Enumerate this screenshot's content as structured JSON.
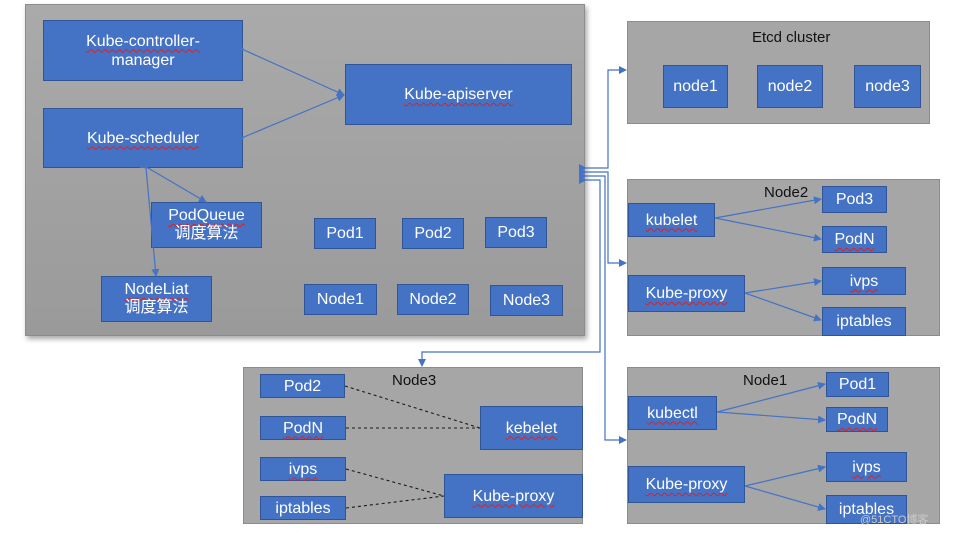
{
  "master": {
    "controller_manager": [
      "Kube-controller-",
      "manager"
    ],
    "scheduler": "Kube-scheduler",
    "apiserver": "Kube-apiserver",
    "podqueue": [
      "PodQueue",
      "调度算法"
    ],
    "nodelist": [
      "NodeLiat",
      "调度算法"
    ],
    "pods": [
      "Pod1",
      "Pod2",
      "Pod3"
    ],
    "nodes": [
      "Node1",
      "Node2",
      "Node3"
    ]
  },
  "etcd": {
    "title": "Etcd cluster",
    "nodes": [
      "node1",
      "node2",
      "node3"
    ]
  },
  "node2": {
    "title": "Node2",
    "kubelet": "kubelet",
    "proxy": "Kube-proxy",
    "pods": [
      "Pod3",
      "PodN"
    ],
    "rules": [
      "ivps",
      "iptables"
    ]
  },
  "node3": {
    "title": "Node3",
    "kubelet": "kebelet",
    "proxy": "Kube-proxy",
    "pods": [
      "Pod2",
      "PodN"
    ],
    "rules": [
      "ivps",
      "iptables"
    ]
  },
  "node1": {
    "title": "Node1",
    "kubelet": "kubectl",
    "proxy": "Kube-proxy",
    "pods": [
      "Pod1",
      "PodN"
    ],
    "rules": [
      "ivps",
      "iptables"
    ]
  },
  "watermark": "@51CTO博客",
  "colors": {
    "box": "#4472c4",
    "panel": "#a6a6a6",
    "arrow": "#4472c4"
  }
}
